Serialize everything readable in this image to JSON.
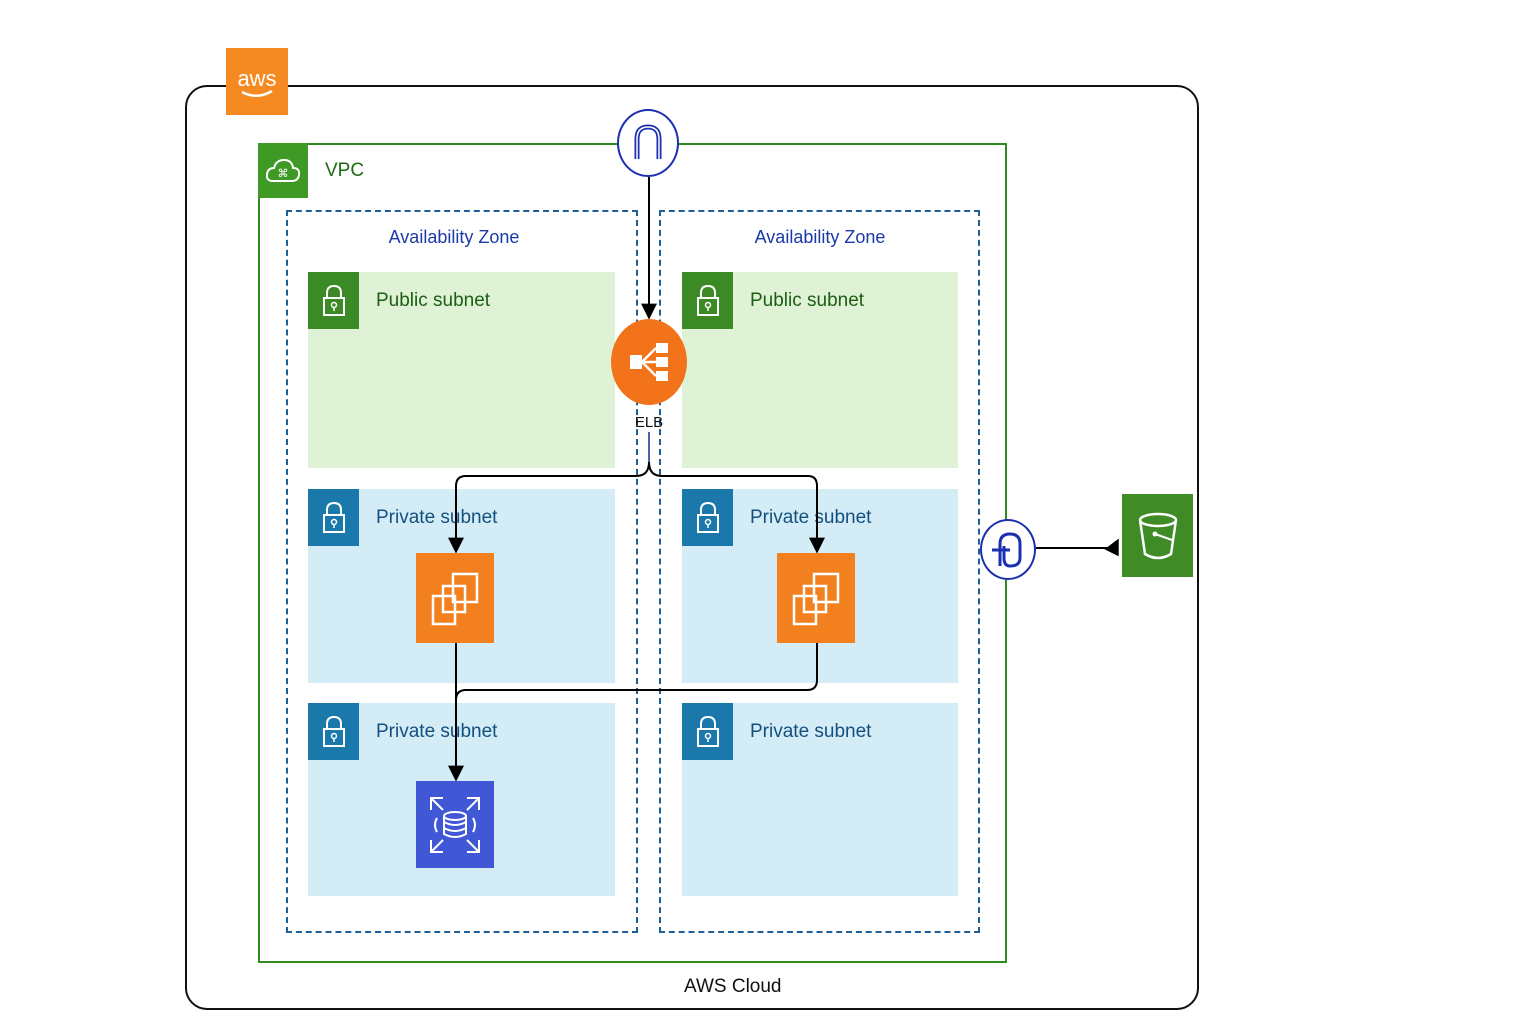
{
  "diagram": {
    "title": "AWS Cloud",
    "provider_logo": "aws",
    "vpc": {
      "label": "VPC",
      "icon": "vpc-cloud-icon"
    },
    "availability_zones": [
      {
        "label": "Availability Zone",
        "subnets": [
          {
            "type": "public",
            "label": "Public subnet",
            "icon": "lock-icon"
          },
          {
            "type": "private",
            "label": "Private subnet",
            "icon": "lock-icon",
            "resource": "EC2"
          },
          {
            "type": "private",
            "label": "Private subnet",
            "icon": "lock-icon",
            "resource": "RDS"
          }
        ]
      },
      {
        "label": "Availability Zone",
        "subnets": [
          {
            "type": "public",
            "label": "Public subnet",
            "icon": "lock-icon"
          },
          {
            "type": "private",
            "label": "Private subnet",
            "icon": "lock-icon",
            "resource": "EC2"
          },
          {
            "type": "private",
            "label": "Private subnet",
            "icon": "lock-icon"
          }
        ]
      }
    ],
    "elb": {
      "label": "ELB"
    },
    "internet_gateway": {
      "icon": "internet-gateway-icon"
    },
    "vpc_endpoint": {
      "icon": "vpc-endpoint-icon"
    },
    "s3": {
      "icon": "s3-bucket-icon"
    },
    "connections": [
      "Internet Gateway -> ELB",
      "ELB -> EC2 (AZ1)",
      "ELB -> EC2 (AZ2)",
      "EC2 (AZ1) -> RDS",
      "EC2 (AZ2) -> RDS",
      "VPC Endpoint -> S3"
    ],
    "colors": {
      "aws_orange": "#f58a23",
      "vpc_green": "#2e8b1e",
      "az_blue": "#1d5f99",
      "public_subnet_bg": "#dff2d6",
      "private_subnet_bg": "#d4ecf6",
      "ec2_orange": "#f2801f",
      "rds_blue": "#4158d6",
      "s3_green": "#3f8c27"
    }
  }
}
